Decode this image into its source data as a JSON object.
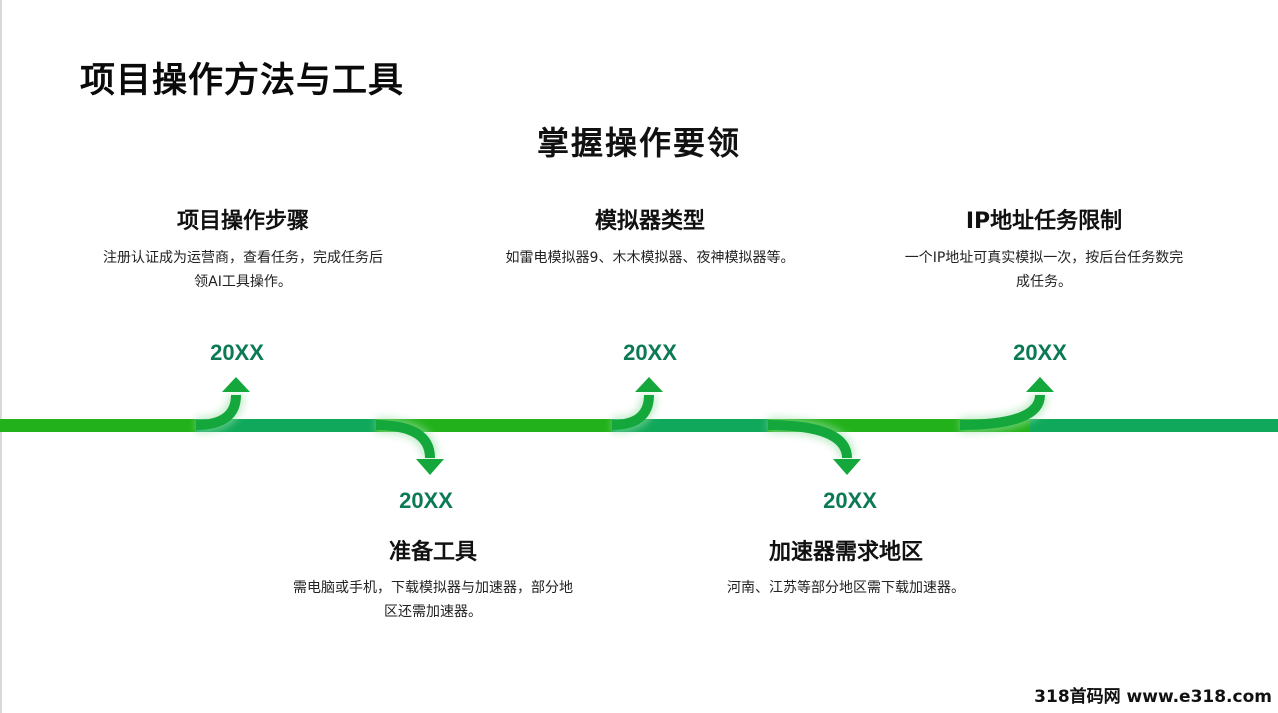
{
  "page": {
    "title": "项目操作方法与工具",
    "subtitle": "掌握操作要领"
  },
  "steps": [
    {
      "title": "项目操作步骤",
      "desc_line1": "注册认证成为运营商，查看任务，完成任务后",
      "desc_line2": "领AI工具操作。",
      "year": "20XX"
    },
    {
      "title": "准备工具",
      "desc_line1": "需电脑或手机，下载模拟器与加速器，部分地",
      "desc_line2": "区还需加速器。",
      "year": "20XX"
    },
    {
      "title": "模拟器类型",
      "desc_line1": "如雷电模拟器9、木木模拟器、夜神模拟器等。",
      "desc_line2": "",
      "year": "20XX"
    },
    {
      "title": "加速器需求地区",
      "desc_line1": "河南、江苏等部分地区需下载加速器。",
      "desc_line2": "",
      "year": "20XX"
    },
    {
      "title": "IP地址任务限制",
      "desc_line1": "一个IP地址可真实模拟一次，按后台任务数完",
      "desc_line2": "成任务。",
      "year": "20XX"
    }
  ],
  "colors": {
    "line_green": "#22b11a",
    "line_teal": "#10a85a",
    "arrow_green": "#14a83c",
    "year_green": "#0b7a55"
  },
  "watermark": "318首码网 www.e318.com"
}
